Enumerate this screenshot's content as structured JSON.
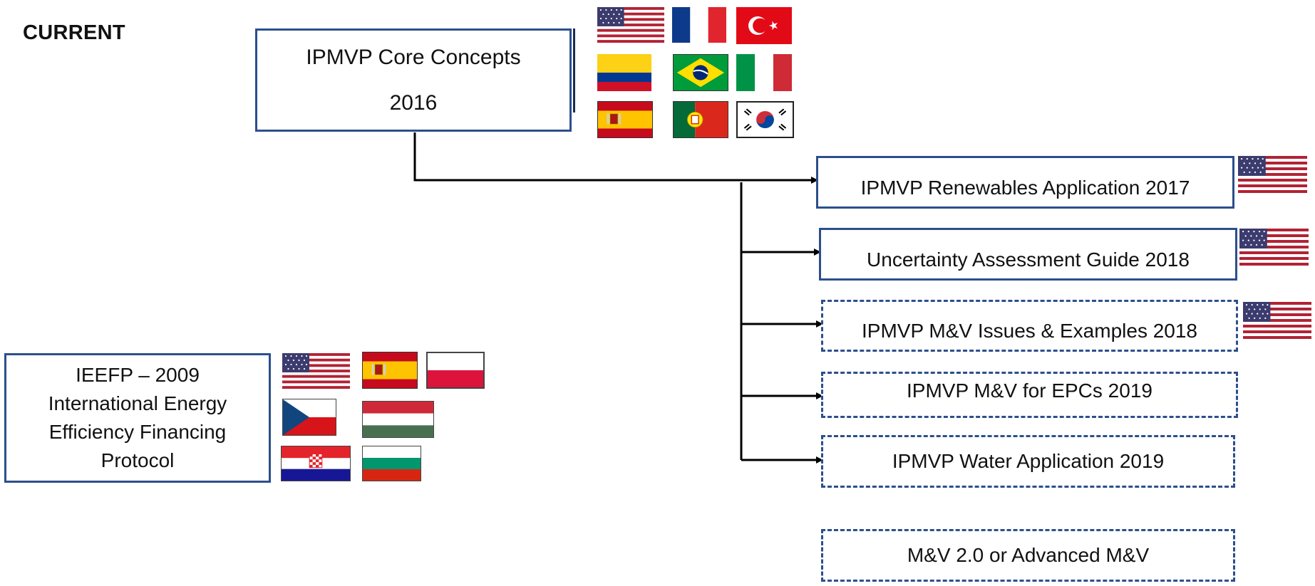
{
  "heading": "CURRENT",
  "core": {
    "line1": "IPMVP Core Concepts",
    "line2": "2016"
  },
  "documents": [
    {
      "label": "IPMVP Renewables Application 2017",
      "style": "solid"
    },
    {
      "label": "Uncertainty Assessment Guide 2018",
      "style": "solid"
    },
    {
      "label": "IPMVP M&V Issues & Examples 2018",
      "style": "dashed"
    },
    {
      "label": "IPMVP M&V for EPCs 2019",
      "style": "dashed"
    },
    {
      "label": "IPMVP Water Application 2019",
      "style": "dashed"
    },
    {
      "label": "M&V 2.0 or Advanced M&V",
      "style": "dashed"
    }
  ],
  "ieefp": {
    "line1": "IEEFP – 2009",
    "line2": "International Energy",
    "line3": "Efficiency Financing",
    "line4": "Protocol"
  },
  "core_flags": [
    "usa-flag",
    "france-flag",
    "turkey-flag",
    "colombia-flag",
    "brazil-flag",
    "italy-flag",
    "spain-flag",
    "portugal-flag",
    "south-korea-flag"
  ],
  "ieefp_flags": [
    "usa-flag",
    "spain-flag",
    "poland-flag",
    "czech-flag",
    "hungary-flag",
    "croatia-flag",
    "bulgaria-flag"
  ],
  "colors": {
    "box_border": "#2c4f8c",
    "connector": "#000000"
  }
}
